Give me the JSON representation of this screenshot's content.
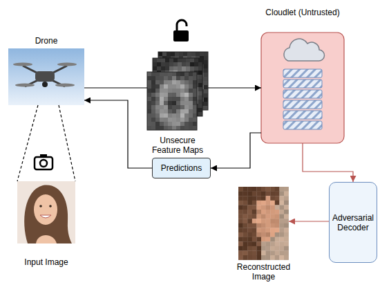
{
  "diagram": {
    "nodes": [
      {
        "text": [
          "Drone"
        ]
      },
      {
        "text": [
          "Input Image"
        ]
      },
      {
        "text": [
          "Unsecure Feature Maps"
        ]
      },
      {
        "text": [
          "Cloudlet (Untrusted)"
        ]
      },
      {
        "text": [
          "Predictions"
        ]
      },
      {
        "text": [
          "Adversarial Decoder"
        ]
      },
      {
        "text": [
          "Reconstructed Image"
        ]
      }
    ],
    "edges": [
      {
        "from": 0,
        "to": 1,
        "arrow": "none"
      },
      {
        "from": 0,
        "to": 2,
        "arrow": "none"
      },
      {
        "from": 2,
        "to": 3,
        "arrow": "to"
      },
      {
        "from": 3,
        "to": 4,
        "arrow": "to"
      },
      {
        "from": 4,
        "to": 0,
        "arrow": "to"
      },
      {
        "from": 3,
        "to": 5,
        "arrow": "to"
      },
      {
        "from": 5,
        "to": 6,
        "arrow": "to"
      }
    ]
  }
}
